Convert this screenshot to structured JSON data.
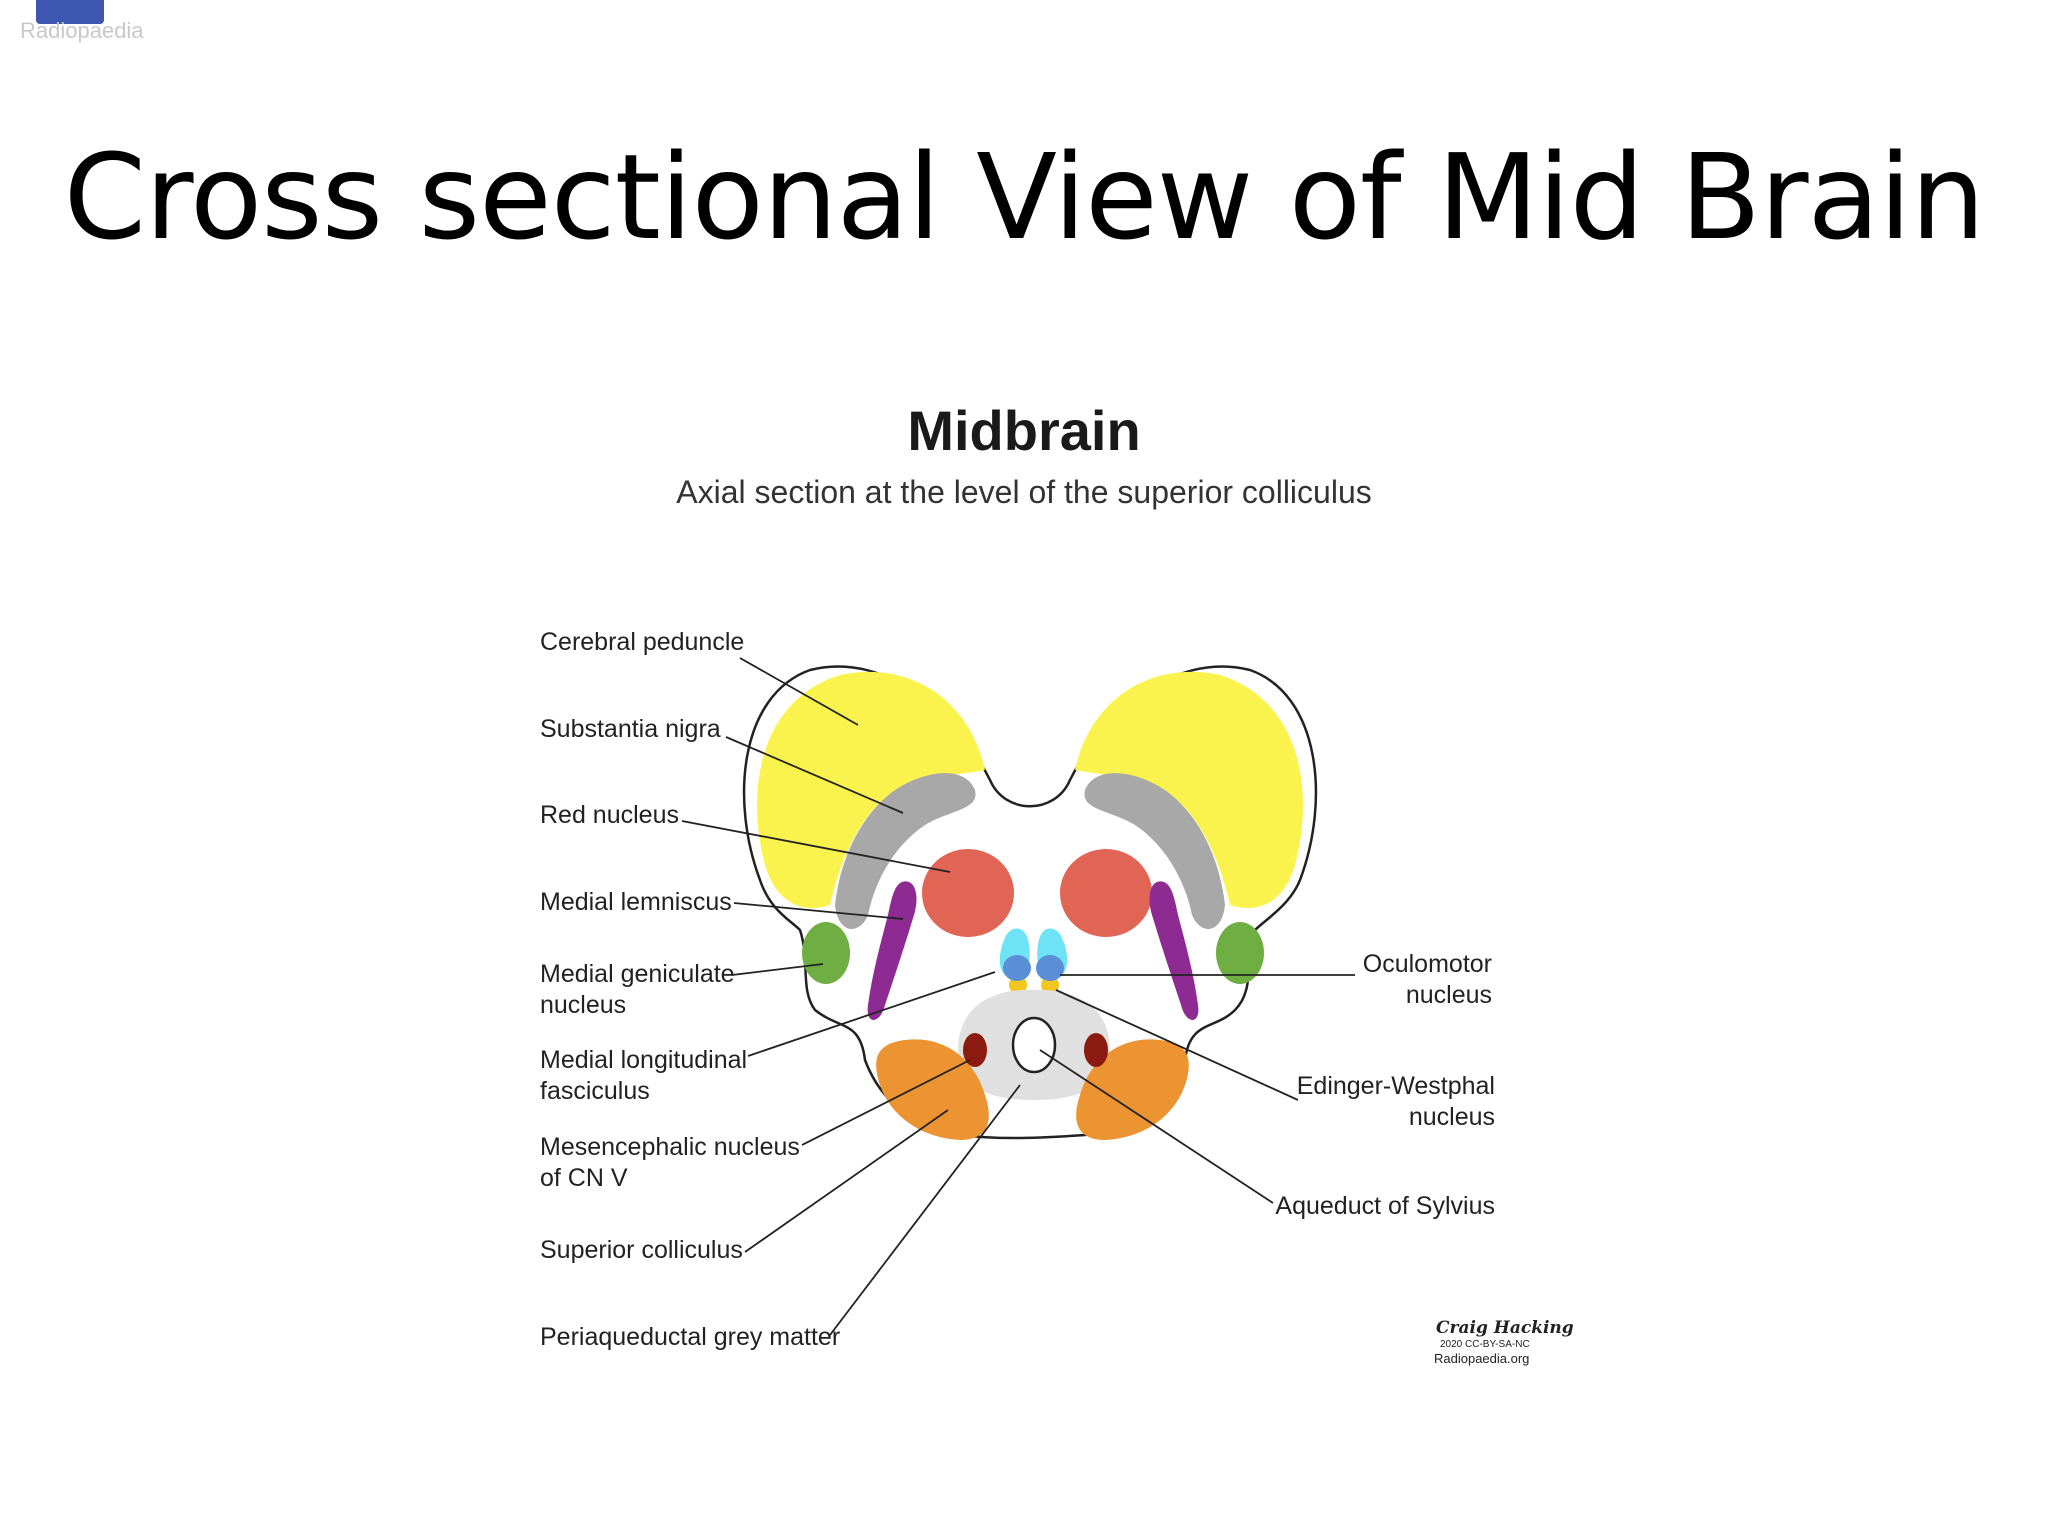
{
  "header": {
    "logo_text": "Radiopaedia",
    "slide_title": "Cross sectional View of Mid Brain"
  },
  "figure": {
    "title": "Midbrain",
    "subtitle": "Axial section at the level of the superior colliculus"
  },
  "labels": {
    "cerebral_peduncle": "Cerebral peduncle",
    "substantia_nigra": "Substantia nigra",
    "red_nucleus": "Red nucleus",
    "medial_lemniscus": "Medial lemniscus",
    "medial_geniculate_1": "Medial geniculate",
    "medial_geniculate_2": "nucleus",
    "mlf_1": "Medial longitudinal",
    "mlf_2": "fasciculus",
    "mesencephalic_1": "Mesencephalic nucleus",
    "mesencephalic_2": "of CN V",
    "superior_colliculus": "Superior colliculus",
    "periaqueductal": "Periaqueductal grey matter",
    "oculomotor_1": "Oculomotor",
    "oculomotor_2": "nucleus",
    "edinger_1": "Edinger-Westphal",
    "edinger_2": "nucleus",
    "aqueduct": "Aqueduct of Sylvius"
  },
  "credit": {
    "author": "Craig Hacking",
    "license": "2020 CC-BY-SA-NC",
    "site": "Radiopaedia.org"
  },
  "colors": {
    "cerebral_peduncle": "#fbf34d",
    "substantia_nigra": "#a8a8a8",
    "red_nucleus": "#e06555",
    "medial_lemniscus": "#8e2b93",
    "medial_geniculate": "#6fae43",
    "oculomotor": "#5a8fd8",
    "edinger_westphal": "#f2c81f",
    "mlf": "#6ee3f5",
    "superior_colliculus": "#ec9332",
    "periaqueductal": "#e0e0e0",
    "mesencephalic": "#8b1a10",
    "logo": "#3d56b0"
  }
}
